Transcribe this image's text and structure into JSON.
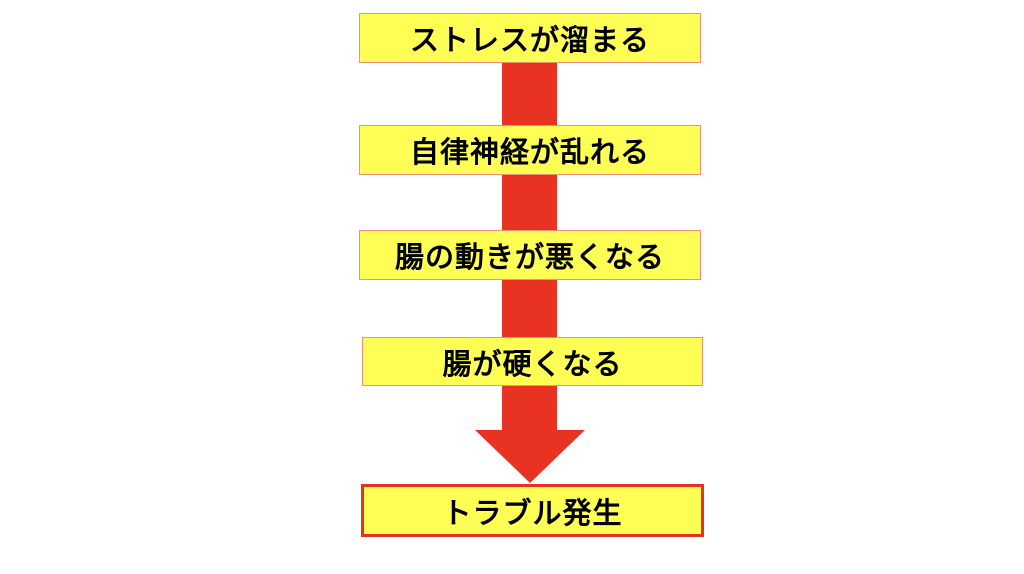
{
  "diagram": {
    "type": "vertical-flow",
    "steps": [
      {
        "label": "ストレスが溜まる"
      },
      {
        "label": "自律神経が乱れる"
      },
      {
        "label": "腸の動きが悪くなる"
      },
      {
        "label": "腸が硬くなる"
      },
      {
        "label": "トラブル発生"
      }
    ],
    "colors": {
      "box_fill": "#fffe54",
      "box_border": "#f0907a",
      "arrow": "#e83323",
      "final_border": "#e8321f"
    }
  }
}
